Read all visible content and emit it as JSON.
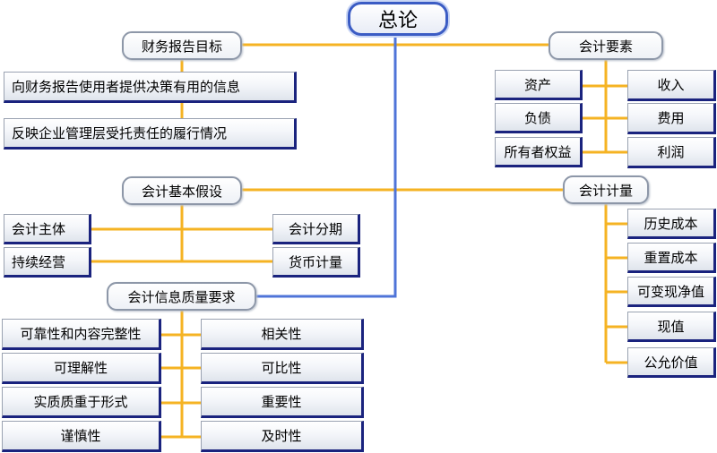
{
  "root": "总论",
  "objective": {
    "title": "财务报告目标",
    "items": [
      "向财务报告使用者提供决策有用的信息",
      "反映企业管理层受托责任的履行情况"
    ]
  },
  "elements": {
    "title": "会计要素",
    "left": [
      "资产",
      "负债",
      "所有者权益"
    ],
    "right": [
      "收入",
      "费用",
      "利润"
    ]
  },
  "assumptions": {
    "title": "会计基本假设",
    "left": [
      "会计主体",
      "持续经营"
    ],
    "right": [
      "会计分期",
      "货币计量"
    ]
  },
  "measurement": {
    "title": "会计计量",
    "items": [
      "历史成本",
      "重置成本",
      "可变现净值",
      "现值",
      "公允价值"
    ]
  },
  "quality": {
    "title": "会计信息质量要求",
    "left": [
      "可靠性和内容完整性",
      "可理解性",
      "实质质重于形式",
      "谨慎性"
    ],
    "right": [
      "相关性",
      "可比性",
      "重要性",
      "及时性"
    ]
  },
  "colors": {
    "connector": "#f5b323",
    "trunk": "#4f74d8",
    "box_shadow": "#1a237e"
  }
}
